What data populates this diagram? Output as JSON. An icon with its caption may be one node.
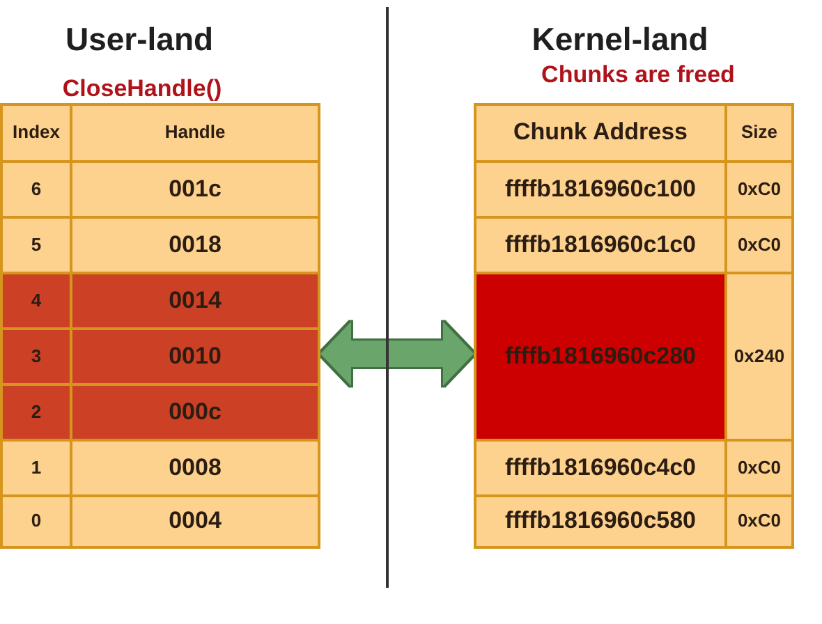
{
  "diagram": {
    "nodes": [
      {
        "text": [
          "User-land"
        ],
        "beside": [
          "CloseHandle()"
        ]
      },
      {
        "text": [
          "Index"
        ],
        "in": 0
      },
      {
        "text": [
          "Handle"
        ],
        "in": 0
      },
      {
        "text": [
          "6"
        ],
        "in": 0
      },
      {
        "text": [
          "001c"
        ],
        "in": 0
      },
      {
        "text": [
          "5"
        ],
        "in": 0
      },
      {
        "text": [
          "0018"
        ],
        "in": 0
      },
      {
        "text": [
          "4"
        ],
        "in": 0
      },
      {
        "text": [
          "0014"
        ],
        "in": 0
      },
      {
        "text": [
          "3"
        ],
        "in": 0
      },
      {
        "text": [
          "0010"
        ],
        "in": 0
      },
      {
        "text": [
          "2"
        ],
        "in": 0
      },
      {
        "text": [
          "000c"
        ],
        "in": 0
      },
      {
        "text": [
          "1"
        ],
        "in": 0
      },
      {
        "text": [
          "0008"
        ],
        "in": 0
      },
      {
        "text": [
          "0"
        ],
        "in": 0
      },
      {
        "text": [
          "0004"
        ],
        "in": 0
      },
      {
        "text": [
          "Kernel-land"
        ],
        "beside": [
          "Chunks are freed"
        ]
      },
      {
        "text": [
          "Chunk Address"
        ],
        "in": 17
      },
      {
        "text": [
          "Size"
        ],
        "in": 17
      },
      {
        "text": [
          "ffffb1816960c100"
        ],
        "in": 17
      },
      {
        "text": [
          "0xC0"
        ],
        "in": 17
      },
      {
        "text": [
          "ffffb1816960c1c0"
        ],
        "in": 17
      },
      {
        "text": [
          "0xC0"
        ],
        "in": 17
      },
      {
        "text": [
          "ffffb1816960c280"
        ],
        "in": 17
      },
      {
        "text": [
          "0x240"
        ],
        "in": 17
      },
      {
        "text": [
          "ffffb1816960c4c0"
        ],
        "in": 17
      },
      {
        "text": [
          "0xC0"
        ],
        "in": 17
      },
      {
        "text": [
          "ffffb1816960c580"
        ],
        "in": 17
      },
      {
        "text": [
          "0xC0"
        ],
        "in": 17
      }
    ],
    "edges": [
      {
        "from": 0,
        "to": 17,
        "arrow": "both"
      }
    ]
  }
}
